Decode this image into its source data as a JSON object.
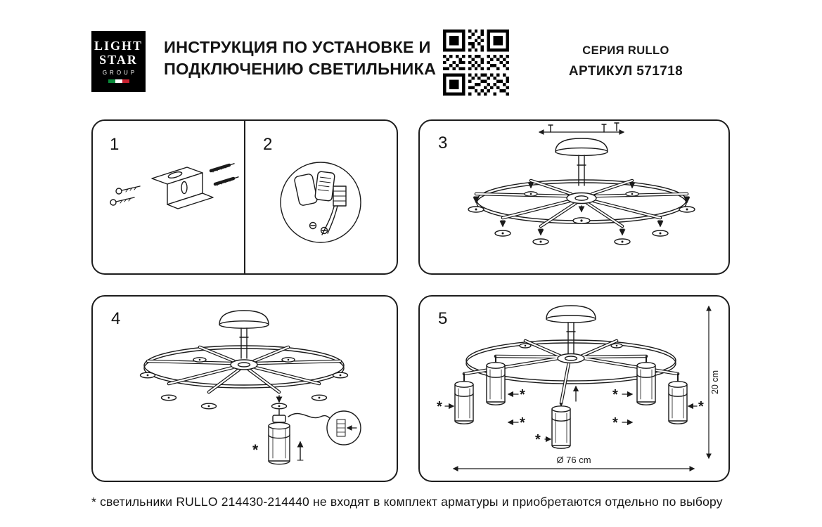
{
  "header": {
    "logo": {
      "line1": "LIGHT",
      "line2": "STAR",
      "line3": "GROUP"
    },
    "title_line1": "ИНСТРУКЦИЯ ПО УСТАНОВКЕ И",
    "title_line2": "ПОДКЛЮЧЕНИЮ СВЕТИЛЬНИКА",
    "series_label": "СЕРИЯ RULLO",
    "article_label": "АРТИКУЛ 571718"
  },
  "steps": [
    {
      "number": "1"
    },
    {
      "number": "2"
    },
    {
      "number": "3"
    },
    {
      "number": "4"
    },
    {
      "number": "5"
    }
  ],
  "dimensions": {
    "diameter": "Ø 76 cm",
    "height": "20 cm"
  },
  "symbols": {
    "asterisk": "*"
  },
  "footer": {
    "note": "* светильники RULLO 214430-214440 не входят в комплект арматуры и приобретаются отдельно по выбору"
  },
  "colors": {
    "ink": "#1a1a1a",
    "logo_bg": "#000000",
    "flag_green": "#0a8a3a",
    "flag_white": "#ffffff",
    "flag_red": "#c8202f",
    "qr": "#000000"
  }
}
